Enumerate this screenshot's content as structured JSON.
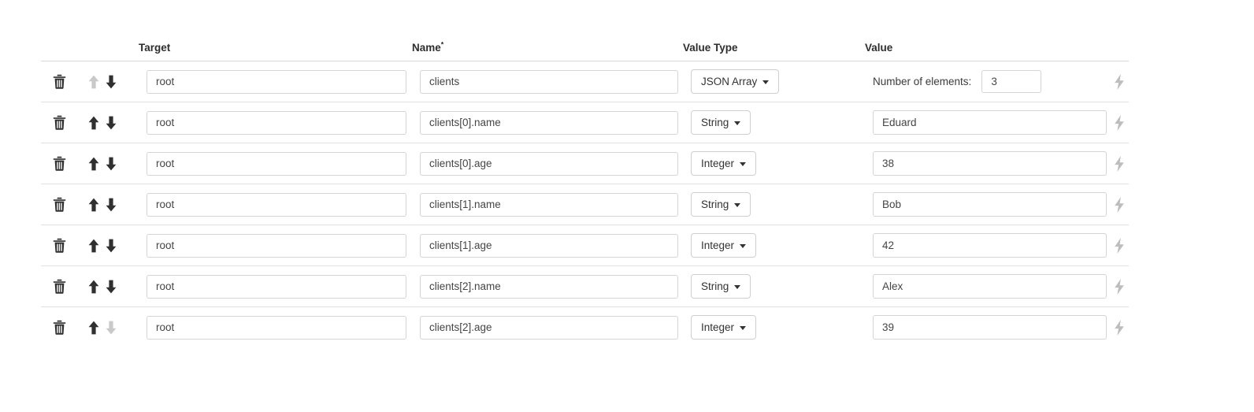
{
  "table": {
    "columns": [
      {
        "key": "actions",
        "label": ""
      },
      {
        "key": "target",
        "label": "Target"
      },
      {
        "key": "name",
        "label": "Name",
        "required_marker": "*"
      },
      {
        "key": "value_type",
        "label": "Value Type"
      },
      {
        "key": "value",
        "label": "Value"
      }
    ],
    "headers": {
      "target": "Target",
      "name": "Name",
      "name_required_marker": "*",
      "value_type": "Value Type",
      "value": "Value"
    },
    "rows": [
      {
        "target": "root",
        "name": "clients",
        "value_type": "JSON Array",
        "value_kind": "element_count",
        "elements_label": "Number of elements:",
        "elements_count": "3",
        "move_up_enabled": false,
        "move_down_enabled": true
      },
      {
        "target": "root",
        "name": "clients[0].name",
        "value_type": "String",
        "value_kind": "text",
        "value": "Eduard",
        "move_up_enabled": true,
        "move_down_enabled": true
      },
      {
        "target": "root",
        "name": "clients[0].age",
        "value_type": "Integer",
        "value_kind": "text",
        "value": "38",
        "move_up_enabled": true,
        "move_down_enabled": true
      },
      {
        "target": "root",
        "name": "clients[1].name",
        "value_type": "String",
        "value_kind": "text",
        "value": "Bob",
        "move_up_enabled": true,
        "move_down_enabled": true
      },
      {
        "target": "root",
        "name": "clients[1].age",
        "value_type": "Integer",
        "value_kind": "text",
        "value": "42",
        "move_up_enabled": true,
        "move_down_enabled": true
      },
      {
        "target": "root",
        "name": "clients[2].name",
        "value_type": "String",
        "value_kind": "text",
        "value": "Alex",
        "move_up_enabled": true,
        "move_down_enabled": true
      },
      {
        "target": "root",
        "name": "clients[2].age",
        "value_type": "Integer",
        "value_kind": "text",
        "value": "39",
        "move_up_enabled": true,
        "move_down_enabled": false
      }
    ]
  },
  "icons": {
    "delete": "trash-icon",
    "move_up": "arrow-up-icon",
    "move_down": "arrow-down-icon",
    "dynamic_value": "lightning-bolt-icon",
    "dropdown": "caret-down-icon"
  },
  "colors": {
    "text": "#333333",
    "icon_active": "#303030",
    "icon_disabled": "#c9c9c9",
    "border": "#d4d4d4",
    "row_separator": "#e2e2e2",
    "header_separator": "#d8d8d8",
    "background": "#ffffff"
  }
}
